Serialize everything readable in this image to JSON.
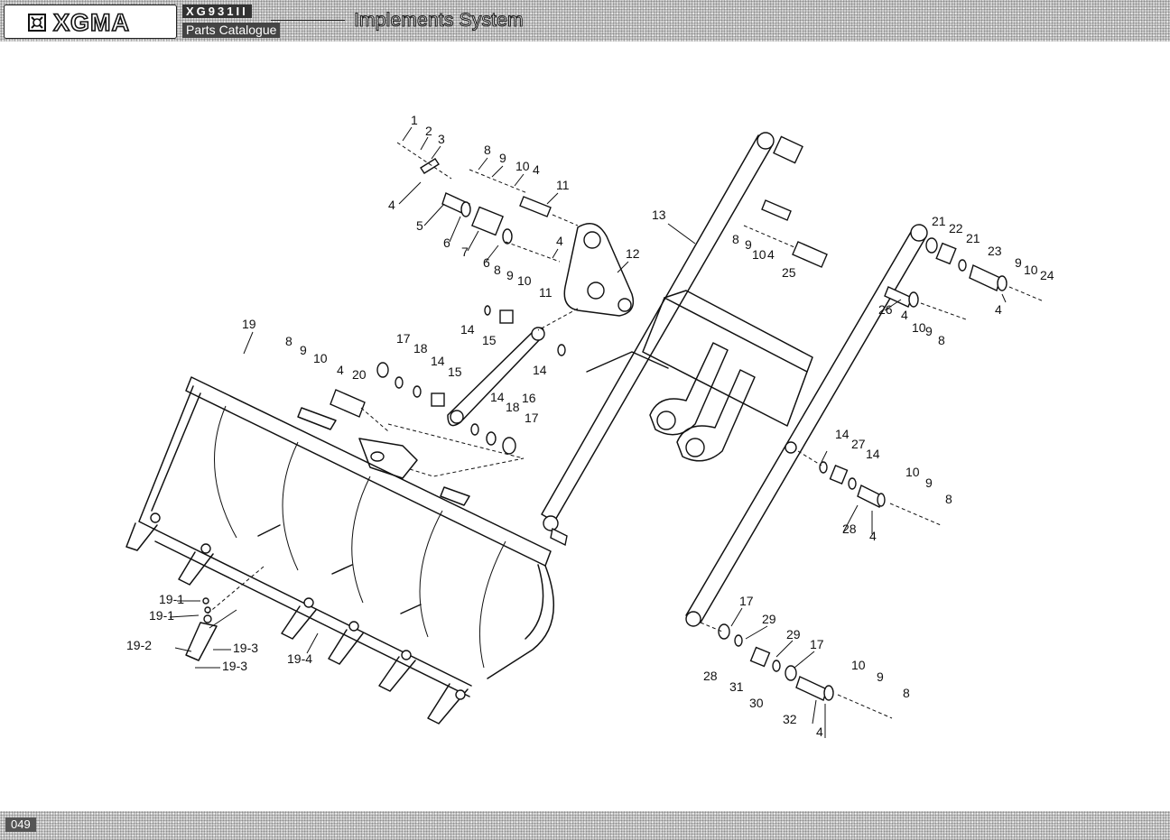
{
  "header": {
    "brand": "XGMA",
    "model": "XG931II",
    "catalogue_label": "Parts Catalogue",
    "section_title": "Implements System"
  },
  "footer": {
    "page_number": "049"
  },
  "callouts": [
    {
      "id": "c1",
      "label": "1"
    },
    {
      "id": "c2",
      "label": "2"
    },
    {
      "id": "c3",
      "label": "3"
    },
    {
      "id": "c4a",
      "label": "4"
    },
    {
      "id": "c5",
      "label": "5"
    },
    {
      "id": "c6a",
      "label": "6"
    },
    {
      "id": "c7",
      "label": "7"
    },
    {
      "id": "c6b",
      "label": "6"
    },
    {
      "id": "c8a",
      "label": "8"
    },
    {
      "id": "c9a",
      "label": "9"
    },
    {
      "id": "c10a",
      "label": "10"
    },
    {
      "id": "c11a",
      "label": "11"
    },
    {
      "id": "c8b",
      "label": "8"
    },
    {
      "id": "c9b",
      "label": "9"
    },
    {
      "id": "c10b",
      "label": "10"
    },
    {
      "id": "c4b",
      "label": "4"
    },
    {
      "id": "c11b",
      "label": "11"
    },
    {
      "id": "c4c",
      "label": "4"
    },
    {
      "id": "c12",
      "label": "12"
    },
    {
      "id": "c13",
      "label": "13"
    },
    {
      "id": "c8c",
      "label": "8"
    },
    {
      "id": "c9c",
      "label": "9"
    },
    {
      "id": "c10c",
      "label": "10"
    },
    {
      "id": "c4d",
      "label": "4"
    },
    {
      "id": "c25",
      "label": "25"
    },
    {
      "id": "c21a",
      "label": "21"
    },
    {
      "id": "c22",
      "label": "22"
    },
    {
      "id": "c21b",
      "label": "21"
    },
    {
      "id": "c23",
      "label": "23"
    },
    {
      "id": "c9d",
      "label": "9"
    },
    {
      "id": "c10d",
      "label": "10"
    },
    {
      "id": "c24",
      "label": "24"
    },
    {
      "id": "c4e",
      "label": "4"
    },
    {
      "id": "c26",
      "label": "26"
    },
    {
      "id": "c4f",
      "label": "4"
    },
    {
      "id": "c10e",
      "label": "10"
    },
    {
      "id": "c9e",
      "label": "9"
    },
    {
      "id": "c8d",
      "label": "8"
    },
    {
      "id": "c14a",
      "label": "14"
    },
    {
      "id": "c15a",
      "label": "15"
    },
    {
      "id": "c14b",
      "label": "14"
    },
    {
      "id": "c19",
      "label": "19"
    },
    {
      "id": "c8e",
      "label": "8"
    },
    {
      "id": "c9f",
      "label": "9"
    },
    {
      "id": "c10f",
      "label": "10"
    },
    {
      "id": "c4g",
      "label": "4"
    },
    {
      "id": "c20",
      "label": "20"
    },
    {
      "id": "c17a",
      "label": "17"
    },
    {
      "id": "c18a",
      "label": "18"
    },
    {
      "id": "c14c",
      "label": "14"
    },
    {
      "id": "c15b",
      "label": "15"
    },
    {
      "id": "c16",
      "label": "16"
    },
    {
      "id": "c14d",
      "label": "14"
    },
    {
      "id": "c18b",
      "label": "18"
    },
    {
      "id": "c17b",
      "label": "17"
    },
    {
      "id": "c14e",
      "label": "14"
    },
    {
      "id": "c27",
      "label": "27"
    },
    {
      "id": "c14f",
      "label": "14"
    },
    {
      "id": "c10g",
      "label": "10"
    },
    {
      "id": "c9g",
      "label": "9"
    },
    {
      "id": "c8f",
      "label": "8"
    },
    {
      "id": "c28a",
      "label": "28"
    },
    {
      "id": "c4h",
      "label": "4"
    },
    {
      "id": "c17c",
      "label": "17"
    },
    {
      "id": "c29a",
      "label": "29"
    },
    {
      "id": "c29b",
      "label": "29"
    },
    {
      "id": "c17d",
      "label": "17"
    },
    {
      "id": "c28b",
      "label": "28"
    },
    {
      "id": "c31",
      "label": "31"
    },
    {
      "id": "c30",
      "label": "30"
    },
    {
      "id": "c32",
      "label": "32"
    },
    {
      "id": "c4i",
      "label": "4"
    },
    {
      "id": "c10h",
      "label": "10"
    },
    {
      "id": "c9h",
      "label": "9"
    },
    {
      "id": "c8g",
      "label": "8"
    },
    {
      "id": "c19-1a",
      "label": "19-1"
    },
    {
      "id": "c19-1b",
      "label": "19-1"
    },
    {
      "id": "c19-2",
      "label": "19-2"
    },
    {
      "id": "c19-3a",
      "label": "19-3"
    },
    {
      "id": "c19-3b",
      "label": "19-3"
    },
    {
      "id": "c19-4",
      "label": "19-4"
    }
  ]
}
